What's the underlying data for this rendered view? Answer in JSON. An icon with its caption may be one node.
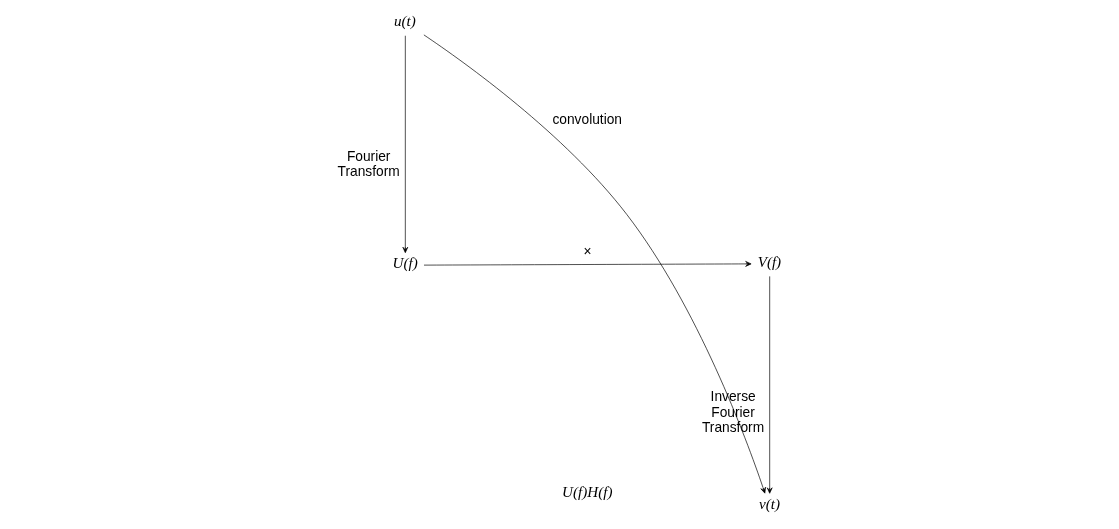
{
  "diagram": {
    "nodes": [
      {
        "text": [
          "u(t)"
        ]
      },
      {
        "text": [
          "v(t)"
        ]
      },
      {
        "text": [
          "U(f)"
        ]
      },
      {
        "text": [
          "V(f)"
        ]
      }
    ],
    "edges": [
      {
        "from": 0,
        "to": 1,
        "arrow": "to",
        "label": "convolution"
      },
      {
        "from": 0,
        "to": 2,
        "arrow": "to",
        "label": "Fourier Transform"
      },
      {
        "from": 3,
        "to": 1,
        "arrow": "to",
        "label": "Inverse Fourier Transform"
      },
      {
        "from": 2,
        "to": 3,
        "arrow": "to",
        "label": "×"
      }
    ],
    "labels": [
      "U(f)H(f)"
    ]
  }
}
